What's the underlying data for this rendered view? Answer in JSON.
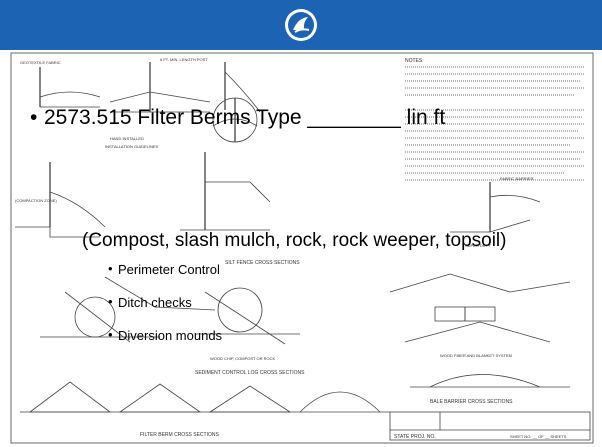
{
  "header": {
    "logo_icon": "mndot-logo-icon",
    "color": "#1c63b4"
  },
  "main_bullet": {
    "text": "2573.515 Filter Berms Type ________ lin ft"
  },
  "subtitle": {
    "text": "(Compost, slash mulch, rock, rock weeper, topsoil)"
  },
  "sub_bullets": [
    {
      "text": "Perimeter Control"
    },
    {
      "text": "Ditch checks"
    },
    {
      "text": "Diversion mounds"
    }
  ],
  "drawing": {
    "sections": [
      {
        "title": "HAND INSTALLED"
      },
      {
        "title": "INSTALLATION GUIDELINES"
      },
      {
        "title": "SILT FENCE CROSS SECTIONS"
      },
      {
        "title": "SEDIMENT CONTROL LOG CROSS SECTIONS"
      },
      {
        "title": "FILTER BERM CROSS SECTIONS"
      },
      {
        "title": "BALE BARRIER CROSS SECTIONS"
      }
    ],
    "notes_title": "NOTES:",
    "title_block": {
      "state_proj": "STATE PROJ. NO.",
      "sheet": "SHEET NO. __ OF __ SHEETS"
    }
  }
}
